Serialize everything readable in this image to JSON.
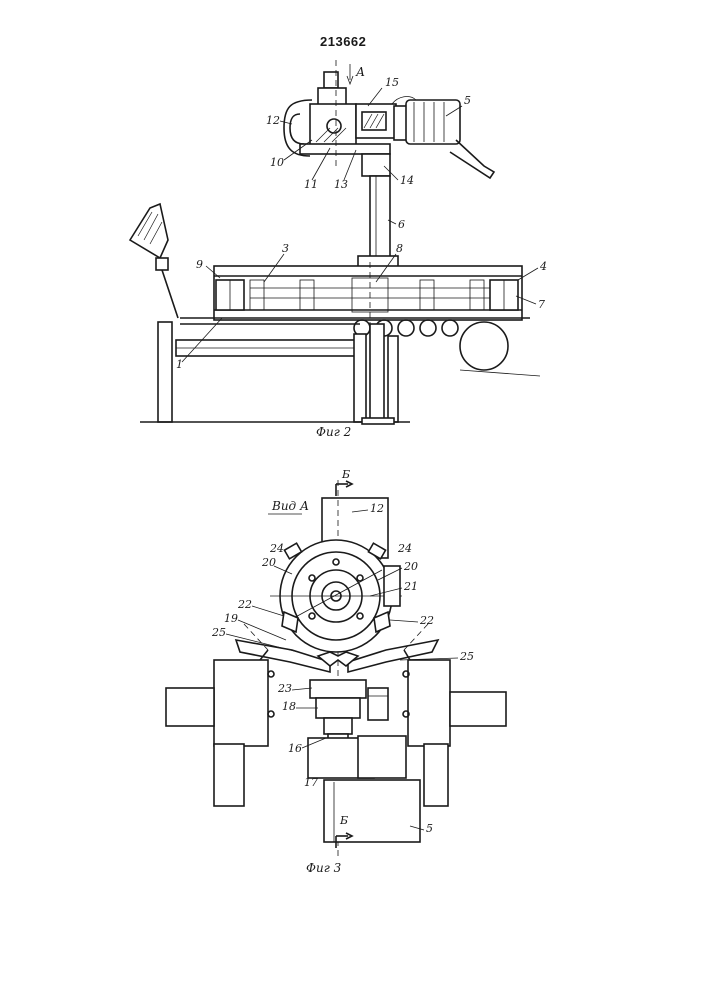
{
  "patent_number": "213662",
  "figures": [
    {
      "caption": "Фиг 2",
      "labels": {
        "A": "А",
        "n15": "15",
        "n5": "5",
        "n12": "12",
        "n10": "10",
        "n11": "11",
        "n13": "13",
        "n14": "14",
        "n6": "6",
        "n3": "3",
        "n8": "8",
        "n9": "9",
        "n4": "4",
        "n7": "7",
        "n1": "1"
      }
    },
    {
      "caption": "Фиг 3",
      "view_label": "Вид А",
      "labels": {
        "b_top": "Б",
        "b_bottom": "Б",
        "n12": "12",
        "n24a": "24",
        "n24b": "24",
        "n20a": "20",
        "n20b": "20",
        "n21": "21",
        "n22a": "22",
        "n22b": "22",
        "n19": "19",
        "n25a": "25",
        "n25b": "25",
        "n23": "23",
        "n18": "18",
        "n16": "16",
        "n17": "17",
        "n5": "5"
      }
    }
  ]
}
